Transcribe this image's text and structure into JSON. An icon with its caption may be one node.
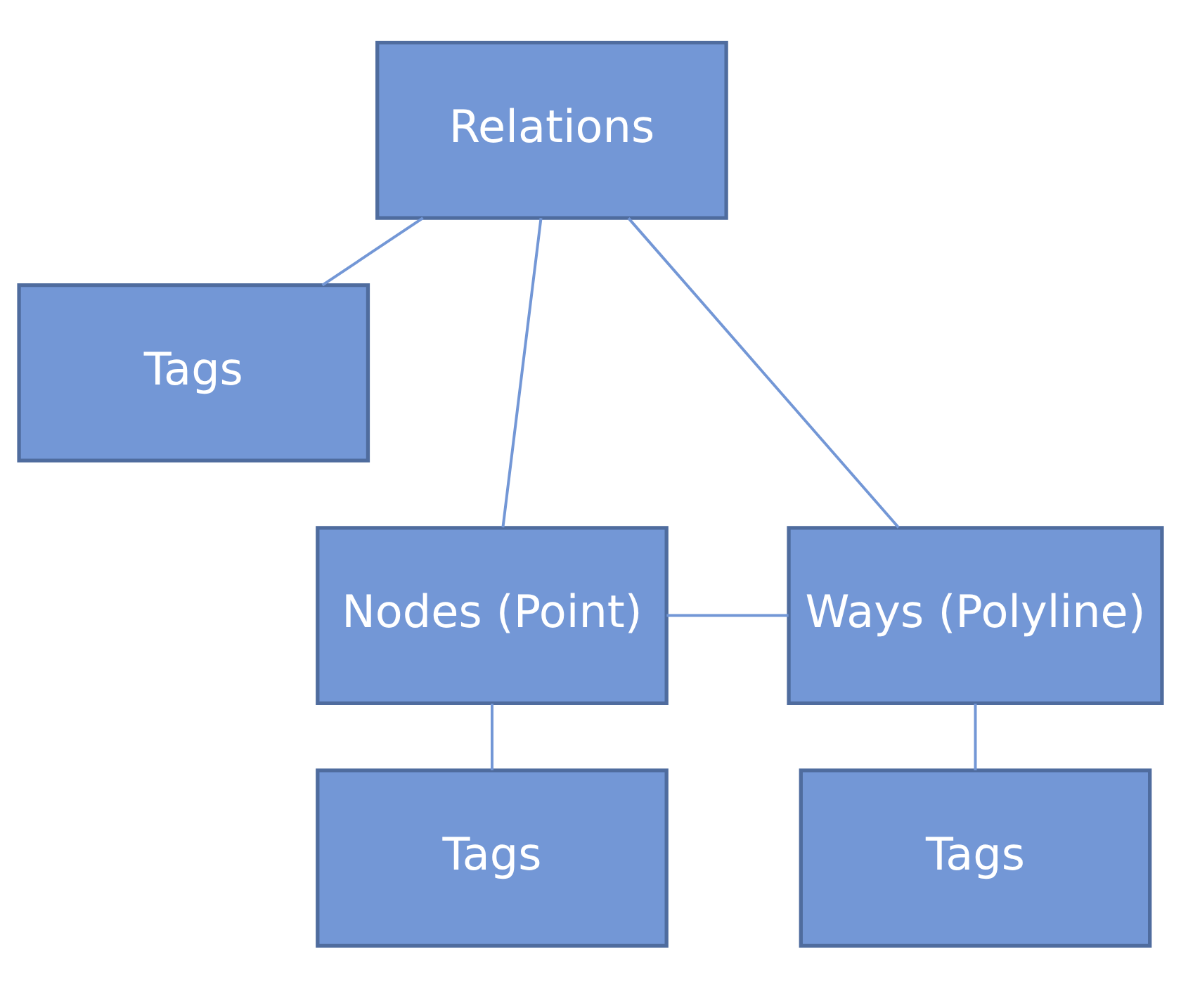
{
  "diagram": {
    "nodes": [
      {
        "text": [
          "Relations"
        ]
      },
      {
        "text": [
          "Tags"
        ]
      },
      {
        "text": [
          "Nodes (Point)"
        ]
      },
      {
        "text": [
          "Ways (Polyline)"
        ]
      },
      {
        "text": [
          "Tags"
        ]
      },
      {
        "text": [
          "Tags"
        ]
      }
    ],
    "edges": [
      {
        "from": 0,
        "to": 2,
        "arrow": "none"
      },
      {
        "from": 0,
        "to": 1,
        "arrow": "none"
      },
      {
        "from": 0,
        "to": 3,
        "arrow": "none"
      },
      {
        "from": 2,
        "to": 3,
        "arrow": "none"
      },
      {
        "from": 2,
        "to": 4,
        "arrow": "none"
      },
      {
        "from": 3,
        "to": 5,
        "arrow": "none"
      }
    ]
  }
}
